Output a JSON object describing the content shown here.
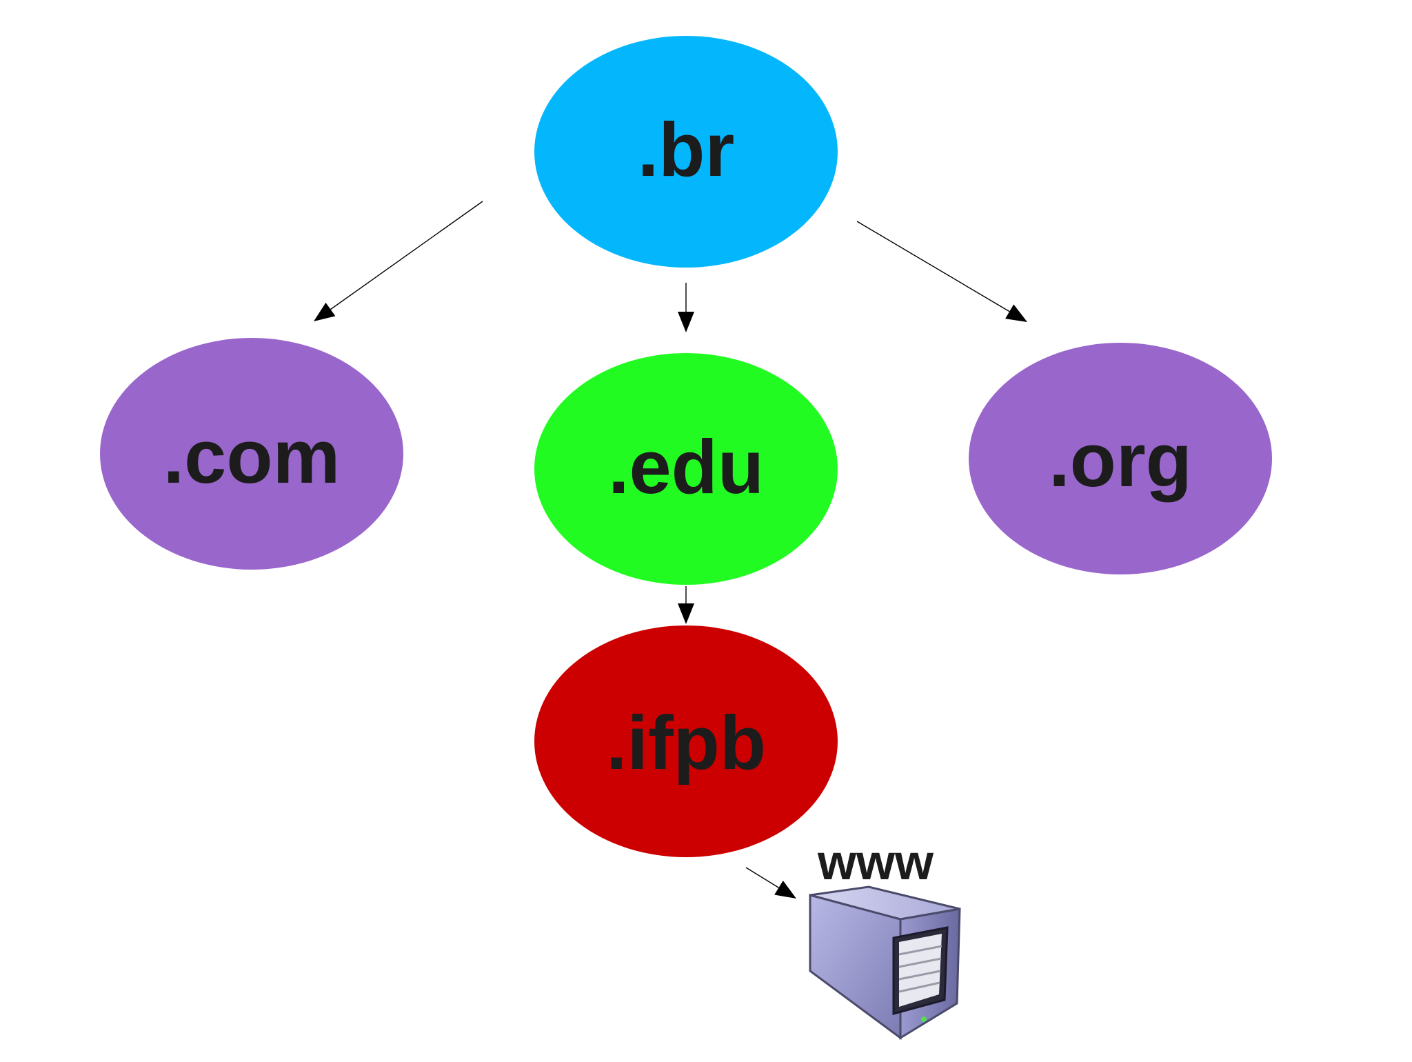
{
  "diagram": {
    "nodes": [
      {
        "id": "br",
        "label": ".br",
        "color": "#04b6fc"
      },
      {
        "id": "com",
        "label": ".com",
        "color": "#9966cc"
      },
      {
        "id": "edu",
        "label": ".edu",
        "color": "#22fb22"
      },
      {
        "id": "org",
        "label": ".org",
        "color": "#9966cc"
      },
      {
        "id": "ifpb",
        "label": ".ifpb",
        "color": "#cc0000"
      }
    ],
    "edges": [
      {
        "from": "br",
        "to": "com"
      },
      {
        "from": "br",
        "to": "edu"
      },
      {
        "from": "br",
        "to": "org"
      },
      {
        "from": "edu",
        "to": "ifpb"
      },
      {
        "from": "ifpb",
        "to": "server"
      }
    ],
    "server": {
      "label": "www",
      "icon": "server-icon"
    }
  }
}
